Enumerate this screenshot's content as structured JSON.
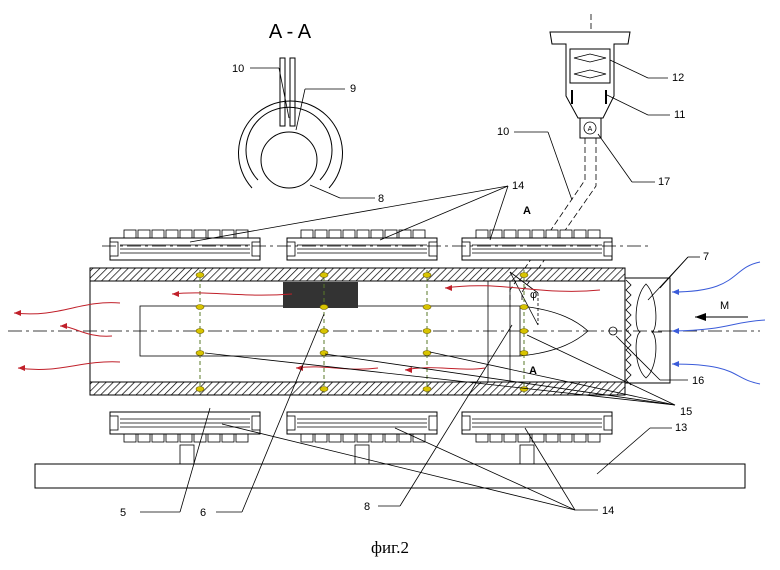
{
  "section_title": "A - A",
  "caption": "фиг.2",
  "section_marker": "A",
  "angle_symbol": "φ",
  "flow_label": "M",
  "callouts": {
    "c10_section": "10",
    "c9": "9",
    "c8_section": "8",
    "c14_top": "14",
    "c12": "12",
    "c11": "11",
    "c10_pipe": "10",
    "c17": "17",
    "c7": "7",
    "c16": "16",
    "c15": "15",
    "c13": "13",
    "c5": "5",
    "c6": "6",
    "c8_bottom": "8",
    "c14_bottom": "14"
  },
  "colors": {
    "airflow_in": "#3a5bd9",
    "airflow_out": "#c0202a",
    "sensor": "#d8c400",
    "heater": "#333333"
  }
}
